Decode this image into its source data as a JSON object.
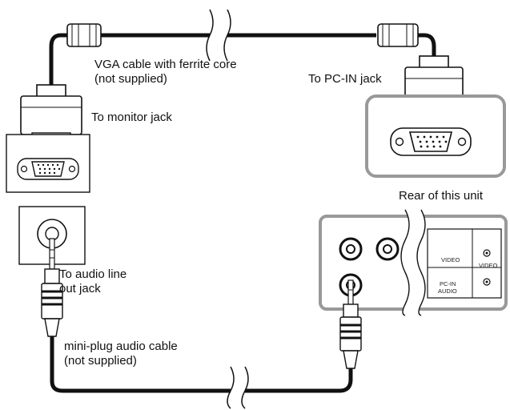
{
  "labels": {
    "vga_cable": [
      "VGA cable with ferrite core",
      "(not supplied)"
    ],
    "pc_in_jack": "To PC-IN jack",
    "monitor_jack": "To monitor jack",
    "rear_of_unit": "Rear of this unit",
    "audio_line_out": [
      "To audio line",
      "out jack"
    ],
    "audio_cable": [
      "mini-plug audio cable",
      "(not supplied)"
    ]
  },
  "panel": {
    "video_left": "VIDEO",
    "video_right": "VIDEO",
    "pc_in_audio": [
      "PC-IN",
      "AUDIO"
    ]
  }
}
